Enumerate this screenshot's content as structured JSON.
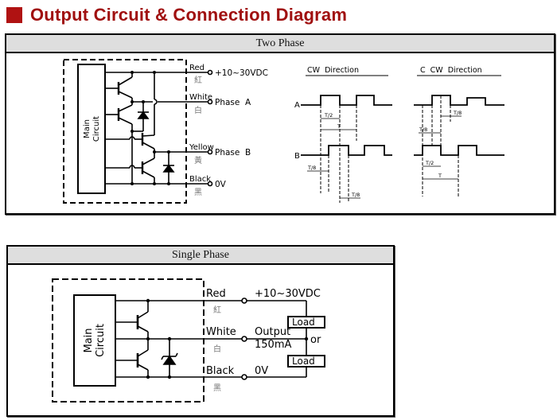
{
  "header": {
    "title": "Output Circuit & Connection Diagram",
    "accent_color": "#b01212"
  },
  "two_phase": {
    "panel_title": "Two Phase",
    "block_label_1": "Main",
    "block_label_2": "Circuit",
    "wires": [
      {
        "color_en": "Red",
        "color_zh": "紅",
        "terminal": "+10~30VDC"
      },
      {
        "color_en": "White",
        "color_zh": "白",
        "terminal": "Phase  A"
      },
      {
        "color_en": "Yellow",
        "color_zh": "黃",
        "terminal": "Phase  B"
      },
      {
        "color_en": "Black",
        "color_zh": "黑",
        "terminal": "0V"
      }
    ],
    "timing": {
      "cw_title": "CW  Direction",
      "ccw_title": "C  CW  Direction",
      "channel_a": "A",
      "channel_b": "B",
      "half_period": "T/2",
      "period": "T",
      "eighth_period": "T/8"
    }
  },
  "single_phase": {
    "panel_title": "Single Phase",
    "block_label_1": "Main",
    "block_label_2": "Circuit",
    "wires": [
      {
        "color_en": "Red",
        "color_zh": "紅",
        "terminal": "+10~30VDC"
      },
      {
        "color_en": "White",
        "color_zh": "白",
        "terminal": "Output"
      },
      {
        "color_en": "Black",
        "color_zh": "黑",
        "terminal": "0V"
      }
    ],
    "output_current": "150mA",
    "load_label": "Load",
    "or_label": "or"
  }
}
